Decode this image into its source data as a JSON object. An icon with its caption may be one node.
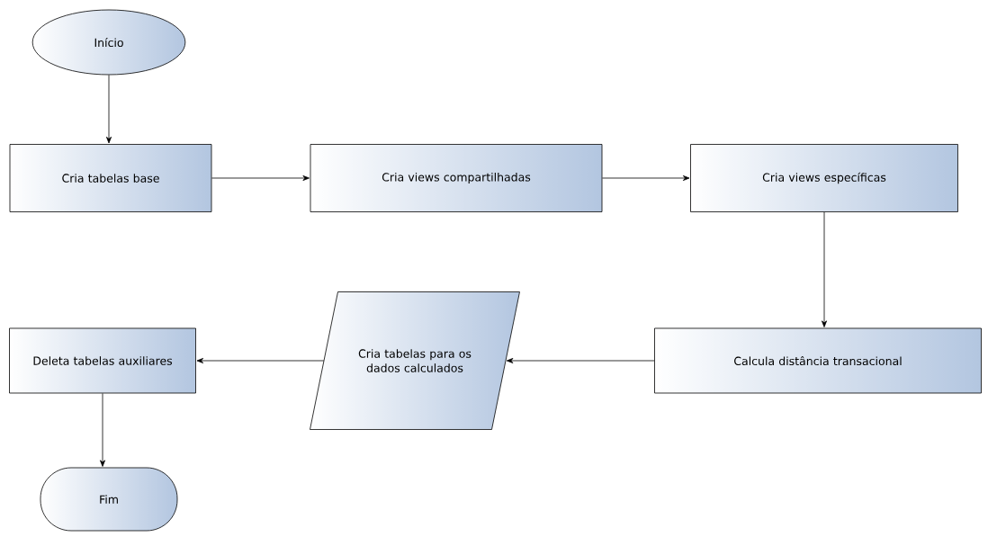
{
  "diagram": {
    "nodes": [
      {
        "text": [
          "Início"
        ]
      },
      {
        "text": [
          "Cria tabelas base"
        ]
      },
      {
        "text": [
          "Cria views compartilhadas"
        ]
      },
      {
        "text": [
          "Cria views específicas"
        ]
      },
      {
        "text": [
          "Calcula distância transacional"
        ]
      },
      {
        "text": [
          "Cria tabelas para os dados calculados"
        ]
      },
      {
        "text": [
          "Deleta tabelas auxiliares"
        ]
      },
      {
        "text": [
          "Fim"
        ]
      }
    ],
    "edges": [
      {
        "from": 0,
        "to": 1,
        "arrow": "to"
      },
      {
        "from": 1,
        "to": 2,
        "arrow": "to"
      },
      {
        "from": 2,
        "to": 3,
        "arrow": "to"
      },
      {
        "from": 3,
        "to": 4,
        "arrow": "to"
      },
      {
        "from": 4,
        "to": 5,
        "arrow": "to"
      },
      {
        "from": 5,
        "to": 6,
        "arrow": "to"
      },
      {
        "from": 6,
        "to": 7,
        "arrow": "to"
      }
    ]
  }
}
